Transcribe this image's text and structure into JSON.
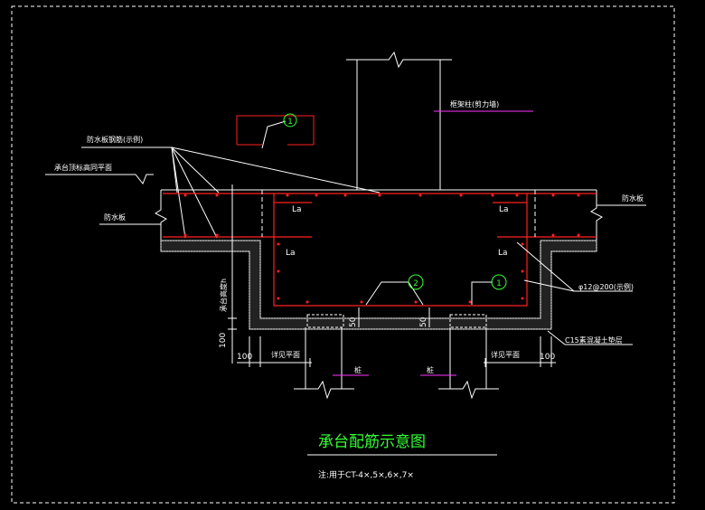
{
  "drawing": {
    "title": "承台配筋示意图",
    "note": "注:用于CT-4×,5×,6×,7×",
    "colors": {
      "background": "#000000",
      "frame": "#ffffff",
      "rebar": "#ff2020",
      "concrete": "#ffffff",
      "label": "#ffffff",
      "title": "#33ff33",
      "leader_magenta": "#ff33ff",
      "marker": "#33ff33",
      "dimension": "#ffffff"
    },
    "labels": {
      "column_note": "框架柱(剪力墙)",
      "waterproof_rebar_note": "防水板钢筋(示例)",
      "cap_top_elev": "承台顶标高同平面",
      "waterproof_board_left": "防水板",
      "waterproof_board_right": "防水板",
      "la_top_left": "La",
      "la_top_right": "La",
      "la_mid_left": "La",
      "la_mid_right": "La",
      "rebar_side": "φ12@200(示例)",
      "cushion": "C15素混凝土垫层",
      "cap_height": "承台高度h",
      "see_plan_left": "详见平面",
      "see_plan_right": "详见平面",
      "pile_left": "桩",
      "pile_right": "桩"
    },
    "markers": {
      "m1_top": "1",
      "m1_right": "1",
      "m2": "2"
    },
    "dimensions": {
      "d50_left": "50",
      "d50_right": "50",
      "d100_vert": "100",
      "d100_left": "100",
      "d100_right": "100"
    }
  }
}
